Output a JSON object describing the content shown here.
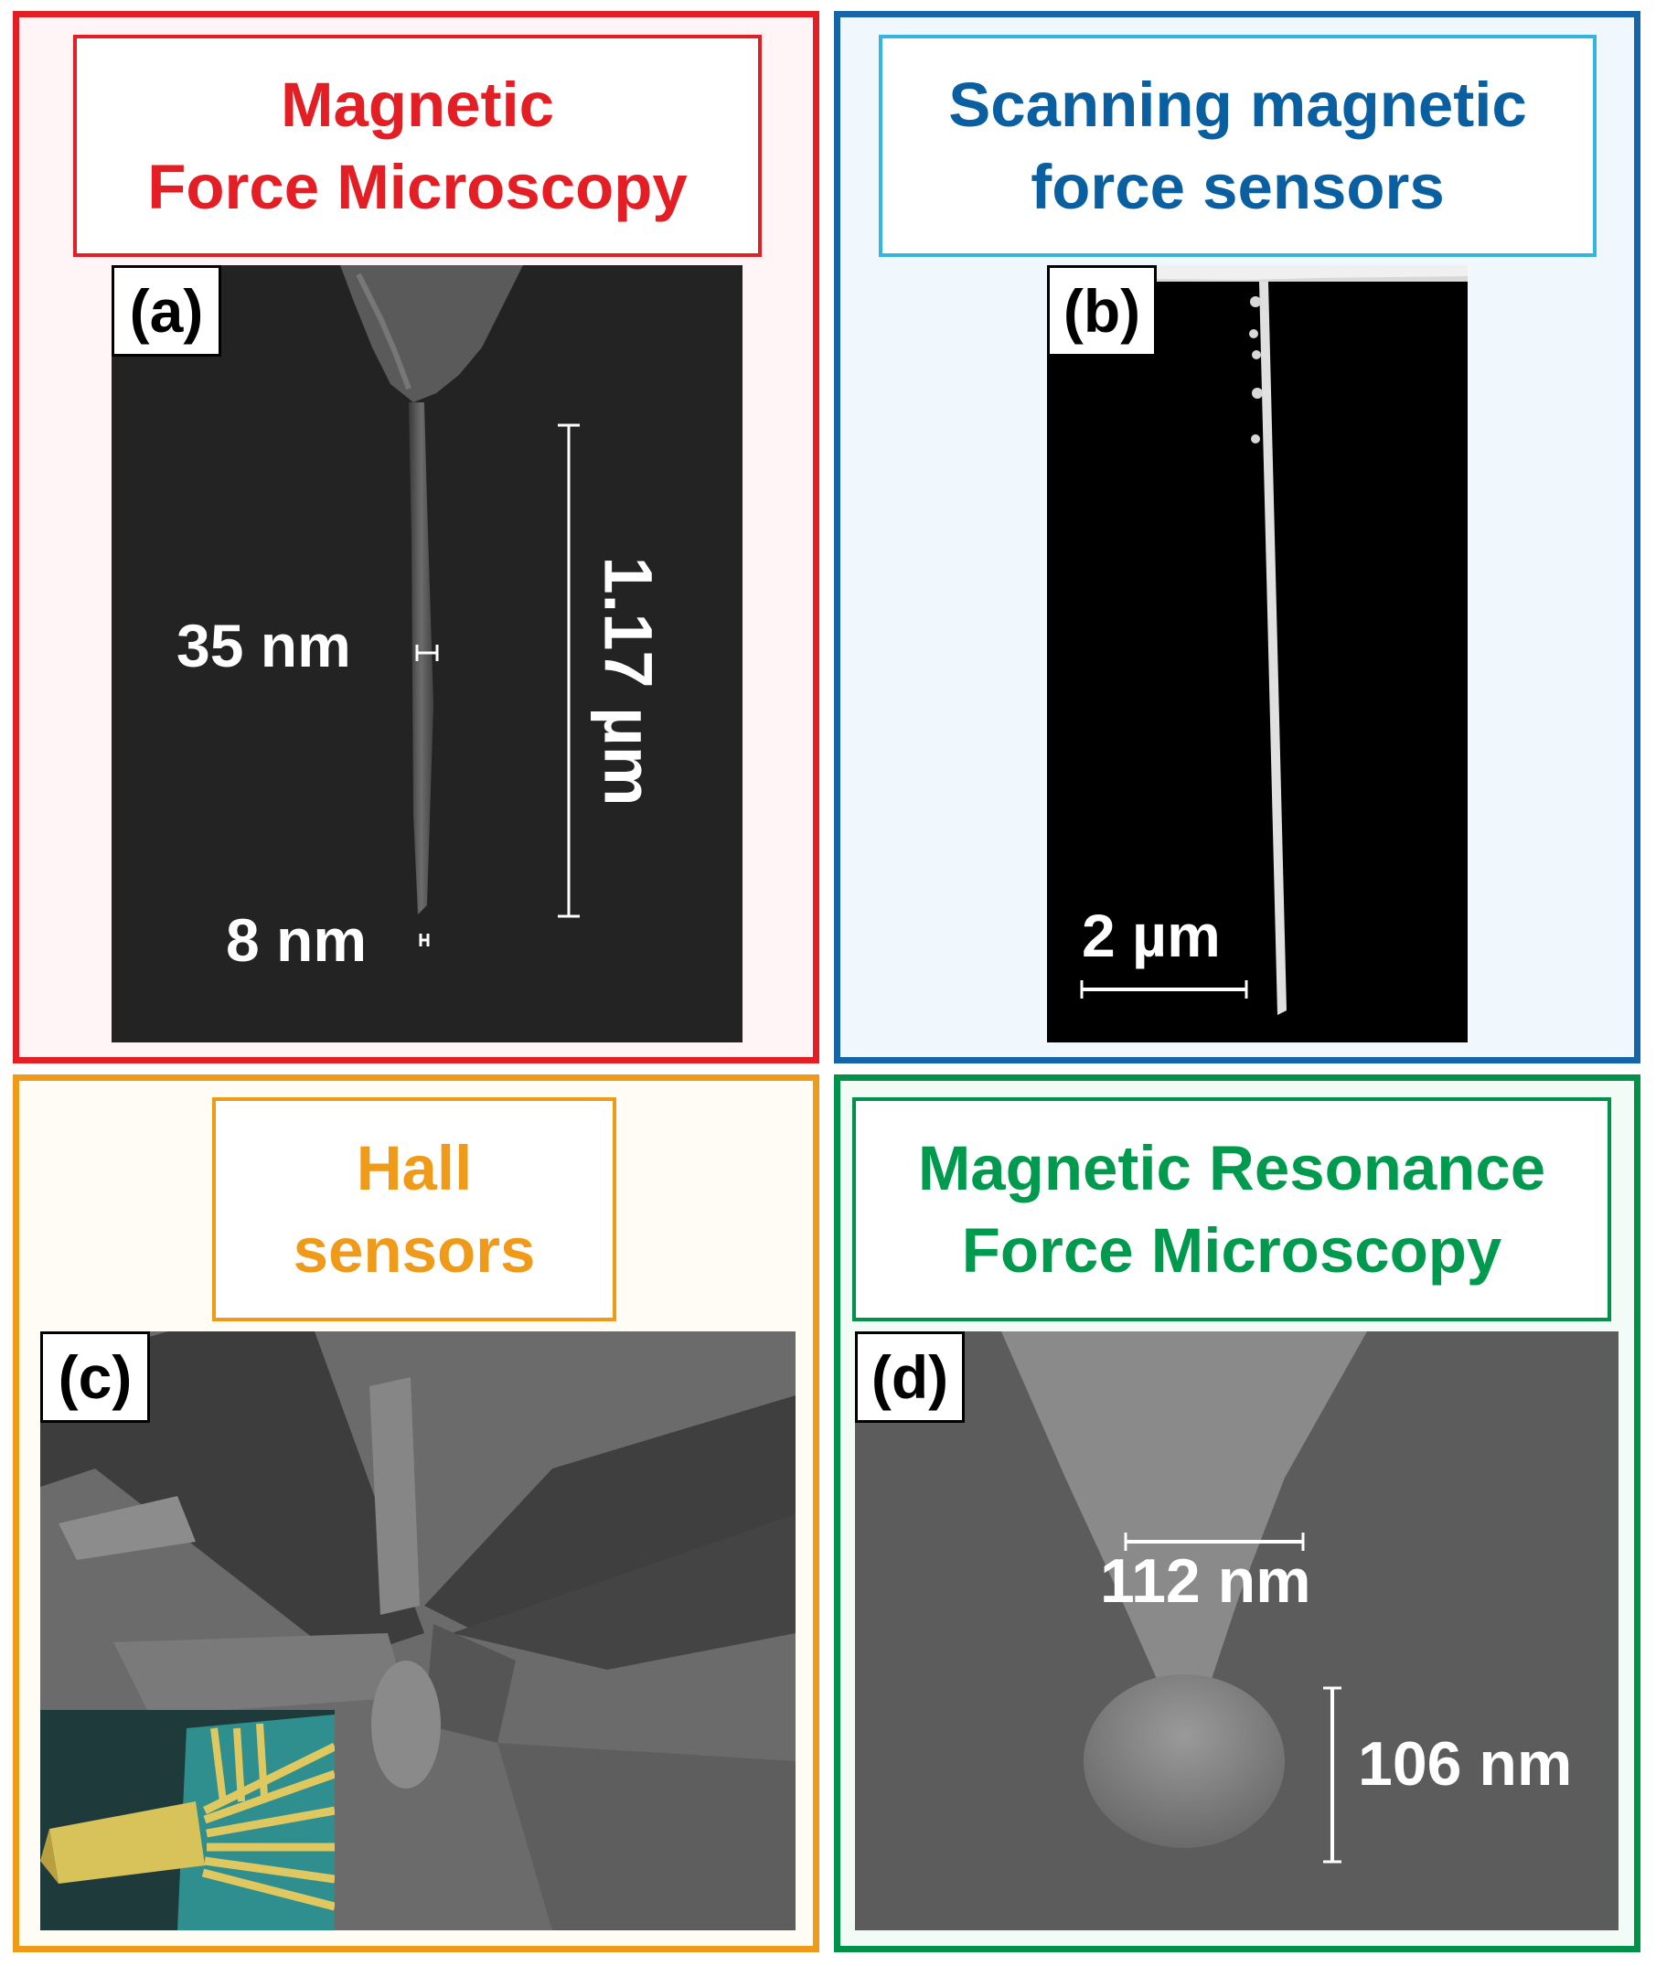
{
  "colors": {
    "mfm": "#e31e24",
    "smfs": "#1565a8",
    "smfs_text": "#0a5fa0",
    "smfs_inner": "#33b5e0",
    "hall": "#f09a1a",
    "mrfm": "#00914b",
    "mrfm_text": "#009a4e"
  },
  "panels": {
    "a": {
      "title_line1": "Magnetic",
      "title_line2": "Force Microscopy",
      "label": "(a)",
      "measure_width": "35 nm",
      "measure_tip": "8 nm",
      "measure_length": "1.17 µm"
    },
    "b": {
      "title_line1": "Scanning magnetic",
      "title_line2": "force sensors",
      "label": "(b)",
      "scale_bar": "2 µm"
    },
    "c": {
      "title_line1": "Hall",
      "title_line2": "sensors",
      "label": "(c)"
    },
    "d": {
      "title_line1": "Magnetic Resonance",
      "title_line2": "Force Microscopy",
      "label": "(d)",
      "measure_width": "112 nm",
      "measure_height": "106 nm"
    }
  }
}
